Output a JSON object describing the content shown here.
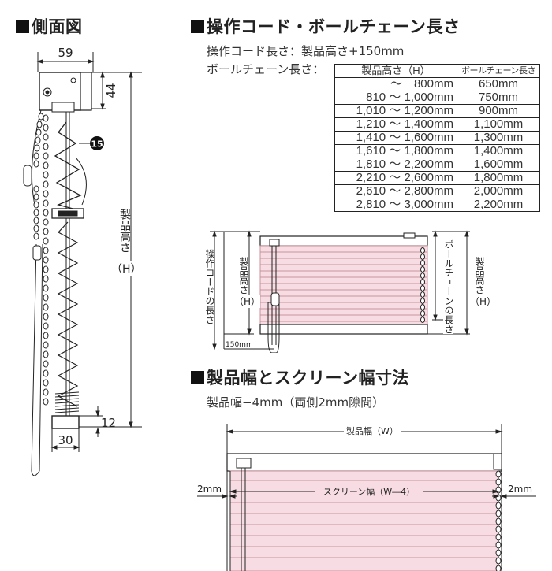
{
  "side_view": {
    "heading": "側面図",
    "dim_width": "59",
    "dim_top": "44",
    "part_number": "15",
    "dim_height_label": "製品高さ",
    "dim_height_label2": "（H）",
    "dim_bottom": "12",
    "dim_bottom_width": "30"
  },
  "cord_section": {
    "heading": "操作コード・ボールチェーン長さ",
    "cord_length_line": "操作コード長さ：製品高さ+150mm",
    "chain_length_label": "ボールチェーン長さ：",
    "table": {
      "col_headers": [
        "製品高さ（H）",
        "ボールチェーン長さ"
      ],
      "rows": [
        [
          "〜　800mm",
          "650mm"
        ],
        [
          "810 〜 1,000mm",
          "750mm"
        ],
        [
          "1,010 〜 1,200mm",
          "900mm"
        ],
        [
          "1,210 〜 1,400mm",
          "1,100mm"
        ],
        [
          "1,410 〜 1,600mm",
          "1,300mm"
        ],
        [
          "1,610 〜 1,800mm",
          "1,400mm"
        ],
        [
          "1,810 〜 2,200mm",
          "1,600mm"
        ],
        [
          "2,210 〜 2,600mm",
          "1,800mm"
        ],
        [
          "2,610 〜 2,800mm",
          "2,000mm"
        ],
        [
          "2,810 〜 3,000mm",
          "2,200mm"
        ]
      ]
    },
    "diagram": {
      "cord_length_label": "操作コードの長さ",
      "height_label_left": "製品高さ",
      "height_label_left2": "（H）",
      "offset_label": "150mm",
      "chain_length_label": "ボールチェーンの長さ",
      "height_label_right": "製品高さ",
      "height_label_right2": "（H）"
    }
  },
  "width_section": {
    "heading": "製品幅とスクリーン幅寸法",
    "note": "製品幅−4mm（両側2mm隙間）",
    "product_width_label": "製品幅（W）",
    "screen_width_label": "スクリーン幅（W―4）",
    "gap_left": "2mm",
    "gap_right": "2mm"
  },
  "colors": {
    "screen_fill": "#f7dde3",
    "screen_line": "#c9929c",
    "ink": "#222222"
  }
}
